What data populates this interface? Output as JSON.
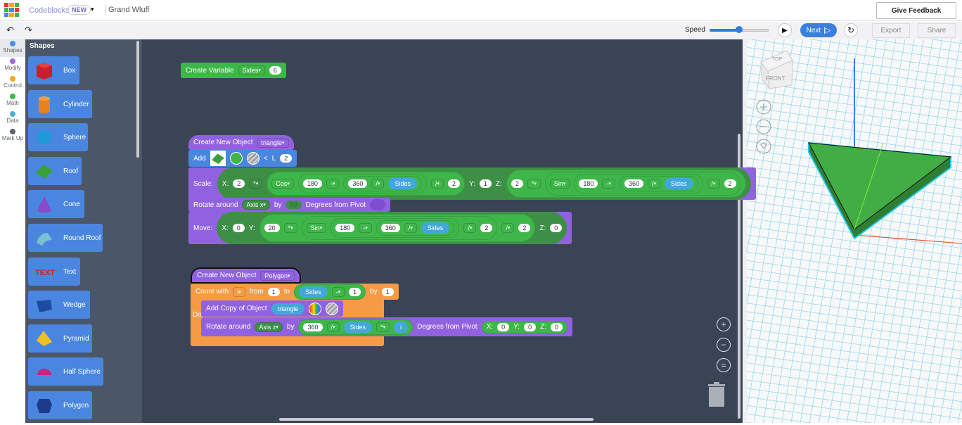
{
  "header": {
    "app_name": "Codeblocks",
    "badge": "NEW",
    "doc_name": "Grand Wluff",
    "feedback_label": "Give Feedback",
    "logo_colors": [
      "#e23b2e",
      "#f5a623",
      "#3fb64a",
      "#3fb64a",
      "#4a86e0",
      "#e23b2e",
      "#4a86e0",
      "#f5a623",
      "#3fb64a"
    ]
  },
  "toolbar": {
    "undo": "↶",
    "redo": "↷",
    "speed_label": "Speed",
    "speed_level": 0.5,
    "play": "▶",
    "next_label": "Next",
    "next_icon": "|▷",
    "reset": "↻",
    "export_label": "Export",
    "share_label": "Share"
  },
  "categories": [
    {
      "label": "Shapes",
      "color": "#4a8ef0"
    },
    {
      "label": "Modify",
      "color": "#9a6ae0"
    },
    {
      "label": "Control",
      "color": "#f5a623"
    },
    {
      "label": "Math",
      "color": "#3fb64a"
    },
    {
      "label": "Data",
      "color": "#4ab0d8"
    },
    {
      "label": "Mark Up",
      "color": "#5a6270"
    }
  ],
  "flyout": {
    "title": "Shapes",
    "items": [
      {
        "label": "Box",
        "color": "#c8202a",
        "shape": "cube"
      },
      {
        "label": "Cylinder",
        "color": "#e8821e",
        "shape": "cylinder"
      },
      {
        "label": "Sphere",
        "color": "#1e9ad6",
        "shape": "sphere"
      },
      {
        "label": "Roof",
        "color": "#3aa03a",
        "shape": "roof"
      },
      {
        "label": "Cone",
        "color": "#8a4ac8",
        "shape": "cone"
      },
      {
        "label": "Round Roof",
        "color": "#7ac0d0",
        "shape": "roundroof"
      },
      {
        "label": "Text",
        "color": "#d02020",
        "shape": "text"
      },
      {
        "label": "Wedge",
        "color": "#1e4aa0",
        "shape": "wedge"
      },
      {
        "label": "Pyramid",
        "color": "#f0c020",
        "shape": "pyramid"
      },
      {
        "label": "Half Sphere",
        "color": "#d0207a",
        "shape": "halfsphere"
      },
      {
        "label": "Polygon",
        "color": "#1e3a8a",
        "shape": "polygon"
      }
    ]
  },
  "blocks": {
    "create_variable": [
      {
        "t": "label",
        "v": "Create Variable"
      },
      {
        "t": "drop",
        "v": "Sides"
      },
      {
        "t": "num",
        "v": "6"
      }
    ],
    "create_triangle": [
      {
        "t": "label",
        "v": "Create New Object"
      },
      {
        "t": "drop",
        "v": "triangle"
      }
    ],
    "add": [
      {
        "t": "label",
        "v": "Add"
      },
      {
        "t": "thumb"
      },
      {
        "t": "swatch",
        "v": "#3fb64a"
      },
      {
        "t": "swatch",
        "v": "striped"
      },
      {
        "t": "label",
        "v": "<"
      },
      {
        "t": "label",
        "v": "L"
      },
      {
        "t": "num",
        "v": "2"
      }
    ],
    "scale": [
      {
        "t": "label",
        "v": "Scale:"
      },
      {
        "t": "outer",
        "items": [
          {
            "t": "label",
            "v": "X:"
          },
          {
            "t": "num",
            "v": "2"
          },
          {
            "t": "drop",
            "v": "*"
          },
          {
            "t": "grp",
            "items": [
              {
                "t": "drop",
                "v": "Cos"
              },
              {
                "t": "grp",
                "items": [
                  {
                    "t": "num",
                    "v": "180"
                  },
                  {
                    "t": "drop",
                    "v": "-"
                  },
                  {
                    "t": "grp",
                    "items": [
                      {
                        "t": "num",
                        "v": "360"
                      },
                      {
                        "t": "drop",
                        "v": "/"
                      },
                      {
                        "t": "var",
                        "v": "Sides"
                      }
                    ]
                  }
                ]
              },
              {
                "t": "drop",
                "v": "/"
              },
              {
                "t": "num",
                "v": "2"
              }
            ]
          },
          {
            "t": "label",
            "v": "Y:"
          },
          {
            "t": "num",
            "v": "1"
          },
          {
            "t": "label",
            "v": "Z:"
          },
          {
            "t": "grp",
            "items": [
              {
                "t": "num",
                "v": "2"
              },
              {
                "t": "drop",
                "v": "*"
              },
              {
                "t": "grp",
                "items": [
                  {
                    "t": "drop",
                    "v": "Sin"
                  },
                  {
                    "t": "grp",
                    "items": [
                      {
                        "t": "num",
                        "v": "180"
                      },
                      {
                        "t": "drop",
                        "v": "-"
                      },
                      {
                        "t": "grp",
                        "items": [
                          {
                            "t": "num",
                            "v": "360"
                          },
                          {
                            "t": "drop",
                            "v": "/"
                          },
                          {
                            "t": "var",
                            "v": "Sides"
                          }
                        ]
                      }
                    ]
                  },
                  {
                    "t": "drop",
                    "v": "/"
                  },
                  {
                    "t": "num",
                    "v": "2"
                  }
                ]
              }
            ]
          }
        ]
      }
    ],
    "rotate_x": [
      {
        "t": "label",
        "v": "Rotate around"
      },
      {
        "t": "gdrop",
        "v": "Axis x"
      },
      {
        "t": "label",
        "v": "by"
      },
      {
        "t": "hole",
        "v": "90"
      },
      {
        "t": "label",
        "v": "Degrees  from Pivot"
      },
      {
        "t": "empty"
      }
    ],
    "move": [
      {
        "t": "label",
        "v": "Move:"
      },
      {
        "t": "outer",
        "items": [
          {
            "t": "label",
            "v": "X:"
          },
          {
            "t": "num",
            "v": "0"
          },
          {
            "t": "label",
            "v": "Y:"
          },
          {
            "t": "grp",
            "items": [
              {
                "t": "num",
                "v": "20"
              },
              {
                "t": "drop",
                "v": "*"
              },
              {
                "t": "grp",
                "items": [
                  {
                    "t": "drop",
                    "v": "Sin"
                  },
                  {
                    "t": "grp",
                    "items": [
                      {
                        "t": "num",
                        "v": "180"
                      },
                      {
                        "t": "drop",
                        "v": "-"
                      },
                      {
                        "t": "grp",
                        "items": [
                          {
                            "t": "num",
                            "v": "360"
                          },
                          {
                            "t": "drop",
                            "v": "/"
                          },
                          {
                            "t": "var",
                            "v": "Sides"
                          }
                        ]
                      }
                    ]
                  },
                  {
                    "t": "drop",
                    "v": "/"
                  },
                  {
                    "t": "num",
                    "v": "2"
                  }
                ]
              },
              {
                "t": "drop",
                "v": "/"
              },
              {
                "t": "num",
                "v": "2"
              }
            ]
          },
          {
            "t": "label",
            "v": "Z:"
          },
          {
            "t": "num",
            "v": "0"
          }
        ]
      }
    ],
    "create_polygon": [
      {
        "t": "label",
        "v": "Create New Object"
      },
      {
        "t": "drop",
        "v": "Polygon"
      }
    ],
    "count": [
      {
        "t": "label",
        "v": "Count with"
      },
      {
        "t": "drop",
        "v": "i"
      },
      {
        "t": "label",
        "v": "from"
      },
      {
        "t": "num",
        "v": "1"
      },
      {
        "t": "label",
        "v": "to"
      },
      {
        "t": "grp",
        "items": [
          {
            "t": "var",
            "v": "Sides"
          },
          {
            "t": "drop",
            "v": "-"
          },
          {
            "t": "num",
            "v": "1"
          }
        ]
      },
      {
        "t": "label",
        "v": "by"
      },
      {
        "t": "num",
        "v": "1"
      }
    ],
    "do_label": "Do",
    "add_copy": [
      {
        "t": "label",
        "v": "Add Copy of Object"
      },
      {
        "t": "var",
        "v": "triangle"
      },
      {
        "t": "swatch",
        "v": "rainbow"
      },
      {
        "t": "swatch",
        "v": "striped"
      }
    ],
    "rotate_z": [
      {
        "t": "label",
        "v": "Rotate around"
      },
      {
        "t": "gdrop",
        "v": "Axis z"
      },
      {
        "t": "label",
        "v": "by"
      },
      {
        "t": "grp",
        "items": [
          {
            "t": "num",
            "v": "360"
          },
          {
            "t": "drop",
            "v": "/"
          },
          {
            "t": "var",
            "v": "Sides"
          },
          {
            "t": "drop",
            "v": "*"
          },
          {
            "t": "var",
            "v": "i"
          }
        ]
      },
      {
        "t": "label",
        "v": "Degrees  from Pivot"
      },
      {
        "t": "grp",
        "items": [
          {
            "t": "label",
            "v": "X:"
          },
          {
            "t": "num",
            "v": "0"
          },
          {
            "t": "label",
            "v": "Y:"
          },
          {
            "t": "num",
            "v": "0"
          },
          {
            "t": "label",
            "v": "Z:"
          },
          {
            "t": "num",
            "v": "0"
          }
        ]
      }
    ]
  },
  "workspace_controls": {
    "zoom_in": "+",
    "zoom_out": "−",
    "fit": "="
  },
  "viewport": {
    "viewcube_top": "TOP",
    "viewcube_front": "FRONT",
    "object_color": "#43ad45",
    "selection_color": "#1ec8f0"
  }
}
